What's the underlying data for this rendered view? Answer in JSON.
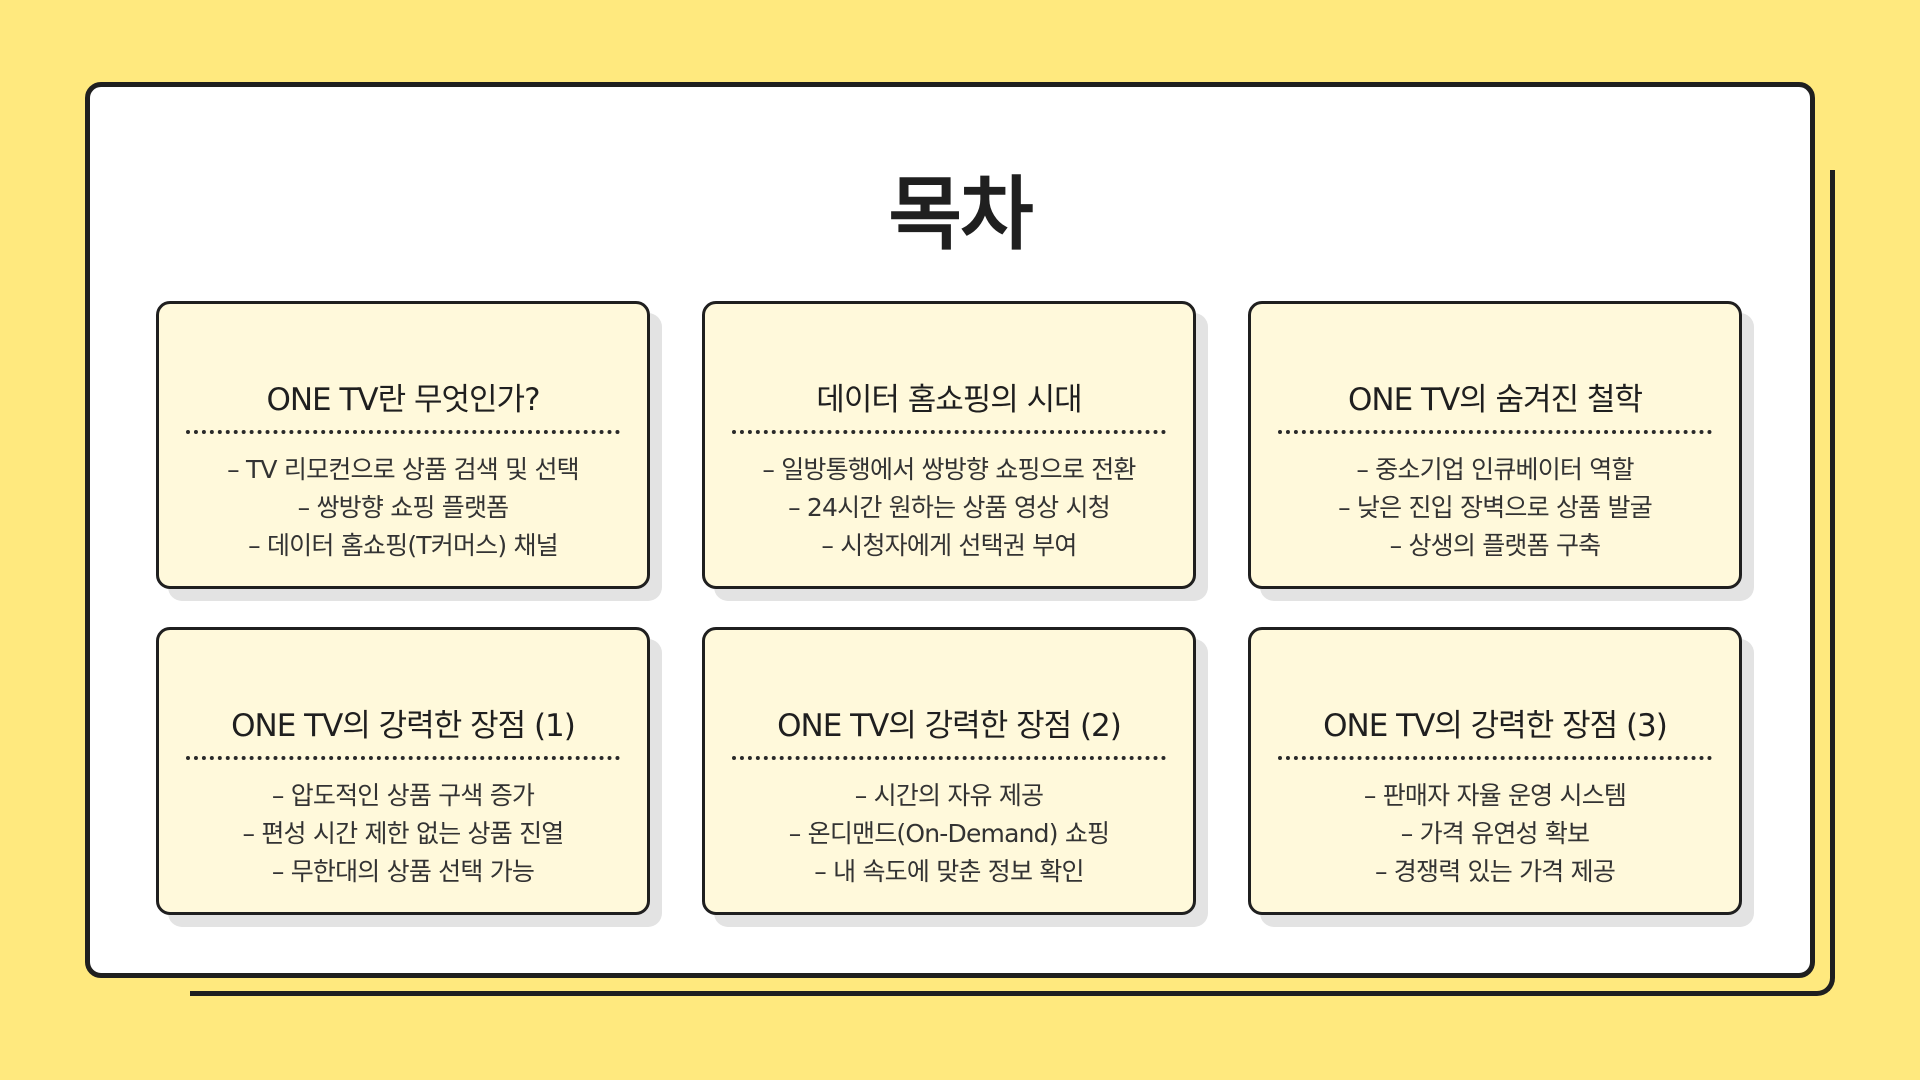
{
  "page": {
    "title": "목차"
  },
  "cards": [
    {
      "title": "ONE TV란 무엇인가?",
      "items": [
        "– TV 리모컨으로 상품 검색 및 선택",
        "– 쌍방향 쇼핑 플랫폼",
        "– 데이터 홈쇼핑(T커머스) 채널"
      ]
    },
    {
      "title": "데이터 홈쇼핑의 시대",
      "items": [
        "– 일방통행에서 쌍방향 쇼핑으로 전환",
        "– 24시간 원하는 상품 영상 시청",
        "– 시청자에게 선택권 부여"
      ]
    },
    {
      "title": "ONE TV의 숨겨진 철학",
      "items": [
        "– 중소기업 인큐베이터 역할",
        "– 낮은 진입 장벽으로 상품 발굴",
        "– 상생의 플랫폼 구축"
      ]
    },
    {
      "title": "ONE TV의 강력한 장점 (1)",
      "items": [
        "– 압도적인 상품 구색 증가",
        "– 편성 시간 제한 없는 상품 진열",
        "– 무한대의 상품 선택 가능"
      ]
    },
    {
      "title": "ONE TV의 강력한 장점 (2)",
      "items": [
        "– 시간의 자유 제공",
        "– 온디맨드(On-Demand) 쇼핑",
        "– 내 속도에 맞춘 정보 확인"
      ]
    },
    {
      "title": "ONE TV의 강력한 장점 (3)",
      "items": [
        "– 판매자 자율 운영 시스템",
        "– 가격 유연성 확보",
        "– 경쟁력 있는 가격 제공"
      ]
    }
  ],
  "colors": {
    "background": "#FFE97E",
    "panel": "#FFFFFF",
    "card": "#FFF9DB",
    "border": "#1F1F1F",
    "card_shadow": "#E3E3E3"
  }
}
